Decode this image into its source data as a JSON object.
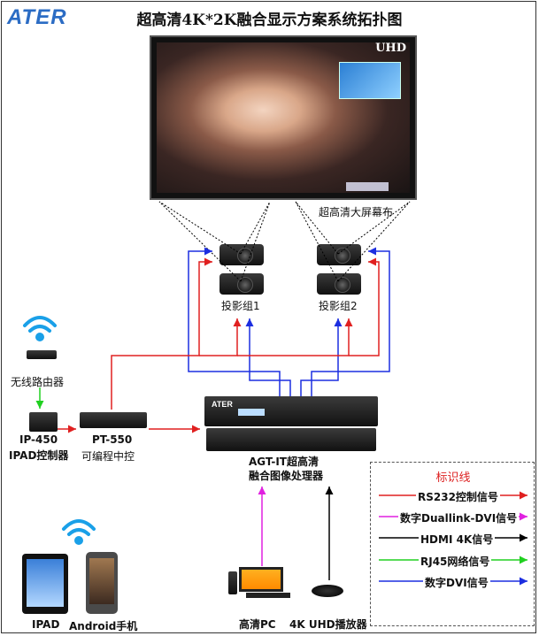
{
  "header": {
    "logo_text": "ATER",
    "title": "超高清4K*2K融合显示方案系统拓扑图"
  },
  "screen": {
    "brand_logo": "UHD",
    "caption": "超高清大屏幕布"
  },
  "projector_groups": [
    {
      "label": "投影组1"
    },
    {
      "label": "投影组2"
    }
  ],
  "router": {
    "label": "无线路由器"
  },
  "ip450": {
    "model": "IP-450",
    "desc": "IPAD控制器"
  },
  "pt550": {
    "model": "PT-550",
    "desc": "可编程中控"
  },
  "processor": {
    "line1": "AGT-IT超高清",
    "line2": "融合图像处理器",
    "brand": "ATER"
  },
  "sources": {
    "pc": "高清PC",
    "player": "4K UHD播放器"
  },
  "mobile": {
    "ipad": "IPAD",
    "android": "Android手机"
  },
  "legend": {
    "title": "标识线",
    "items": [
      {
        "label": "RS232控制信号",
        "color": "#e02020"
      },
      {
        "label": "数字Duallink-DVI信号",
        "color": "#e020e0"
      },
      {
        "label": "HDMI 4K信号",
        "color": "#000000"
      },
      {
        "label": "RJ45网络信号",
        "color": "#20d020"
      },
      {
        "label": "数字DVI信号",
        "color": "#1c2ee0"
      }
    ]
  },
  "colors": {
    "rs232": "#e02020",
    "dvi_dual": "#e020e0",
    "hdmi": "#000000",
    "rj45": "#20d020",
    "dvi": "#1c2ee0",
    "logo": "#2b6cc4"
  }
}
